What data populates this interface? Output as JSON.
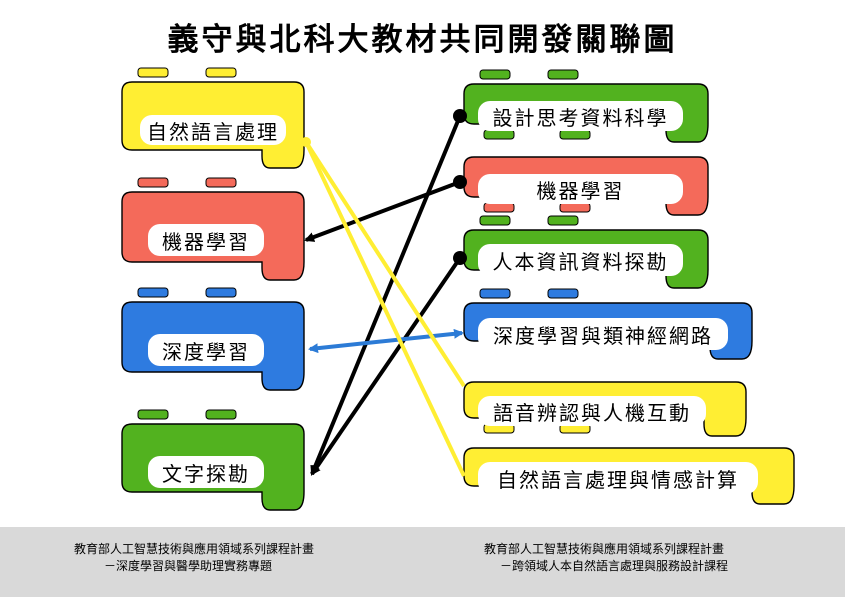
{
  "title": "義守與北科大教材共同開發關聯圖",
  "colors": {
    "yellow": "#ffee33",
    "red": "#f46a5a",
    "blue": "#2e7be0",
    "green": "#52b21f",
    "arrow_black": "#000000",
    "arrow_blue": "#2c7bd6",
    "line_yellow": "#ffee33",
    "footer": "#d9d9d9"
  },
  "left_modules": [
    {
      "id": "L1",
      "label": "自然語言處理",
      "color": "yellow"
    },
    {
      "id": "L2",
      "label": "機器學習",
      "color": "red"
    },
    {
      "id": "L3",
      "label": "深度學習",
      "color": "blue"
    },
    {
      "id": "L4",
      "label": "文字探勘",
      "color": "green"
    }
  ],
  "right_modules": [
    {
      "id": "R1",
      "label": "設計思考資料科學",
      "color": "green"
    },
    {
      "id": "R2",
      "label": "機器學習",
      "color": "red"
    },
    {
      "id": "R3",
      "label": "人本資訊資料探勘",
      "color": "green"
    },
    {
      "id": "R4",
      "label": "深度學習與類神經網路",
      "color": "blue"
    },
    {
      "id": "R5",
      "label": "語音辨認與人機互動",
      "color": "yellow"
    },
    {
      "id": "R6",
      "label": "自然語言處理與情感計算",
      "color": "yellow"
    }
  ],
  "links": [
    {
      "from": "R1",
      "to": "L4",
      "style": "black-arrow"
    },
    {
      "from": "R2",
      "to": "L2",
      "style": "black-arrow"
    },
    {
      "from": "R3",
      "to": "L4",
      "style": "black-arrow"
    },
    {
      "from": "L3",
      "to": "R4",
      "style": "blue-double-arrow"
    },
    {
      "from": "L1",
      "to": "R5",
      "style": "yellow-line"
    },
    {
      "from": "L1",
      "to": "R6",
      "style": "yellow-line"
    }
  ],
  "footer": {
    "left_line1": "教育部人工智慧技術與應用領域系列課程計畫",
    "left_line2": "－深度學習與醫學助理實務專題",
    "right_line1": "教育部人工智慧技術與應用領域系列課程計畫",
    "right_line2": "－跨領域人本自然語言處理與服務設計課程"
  }
}
